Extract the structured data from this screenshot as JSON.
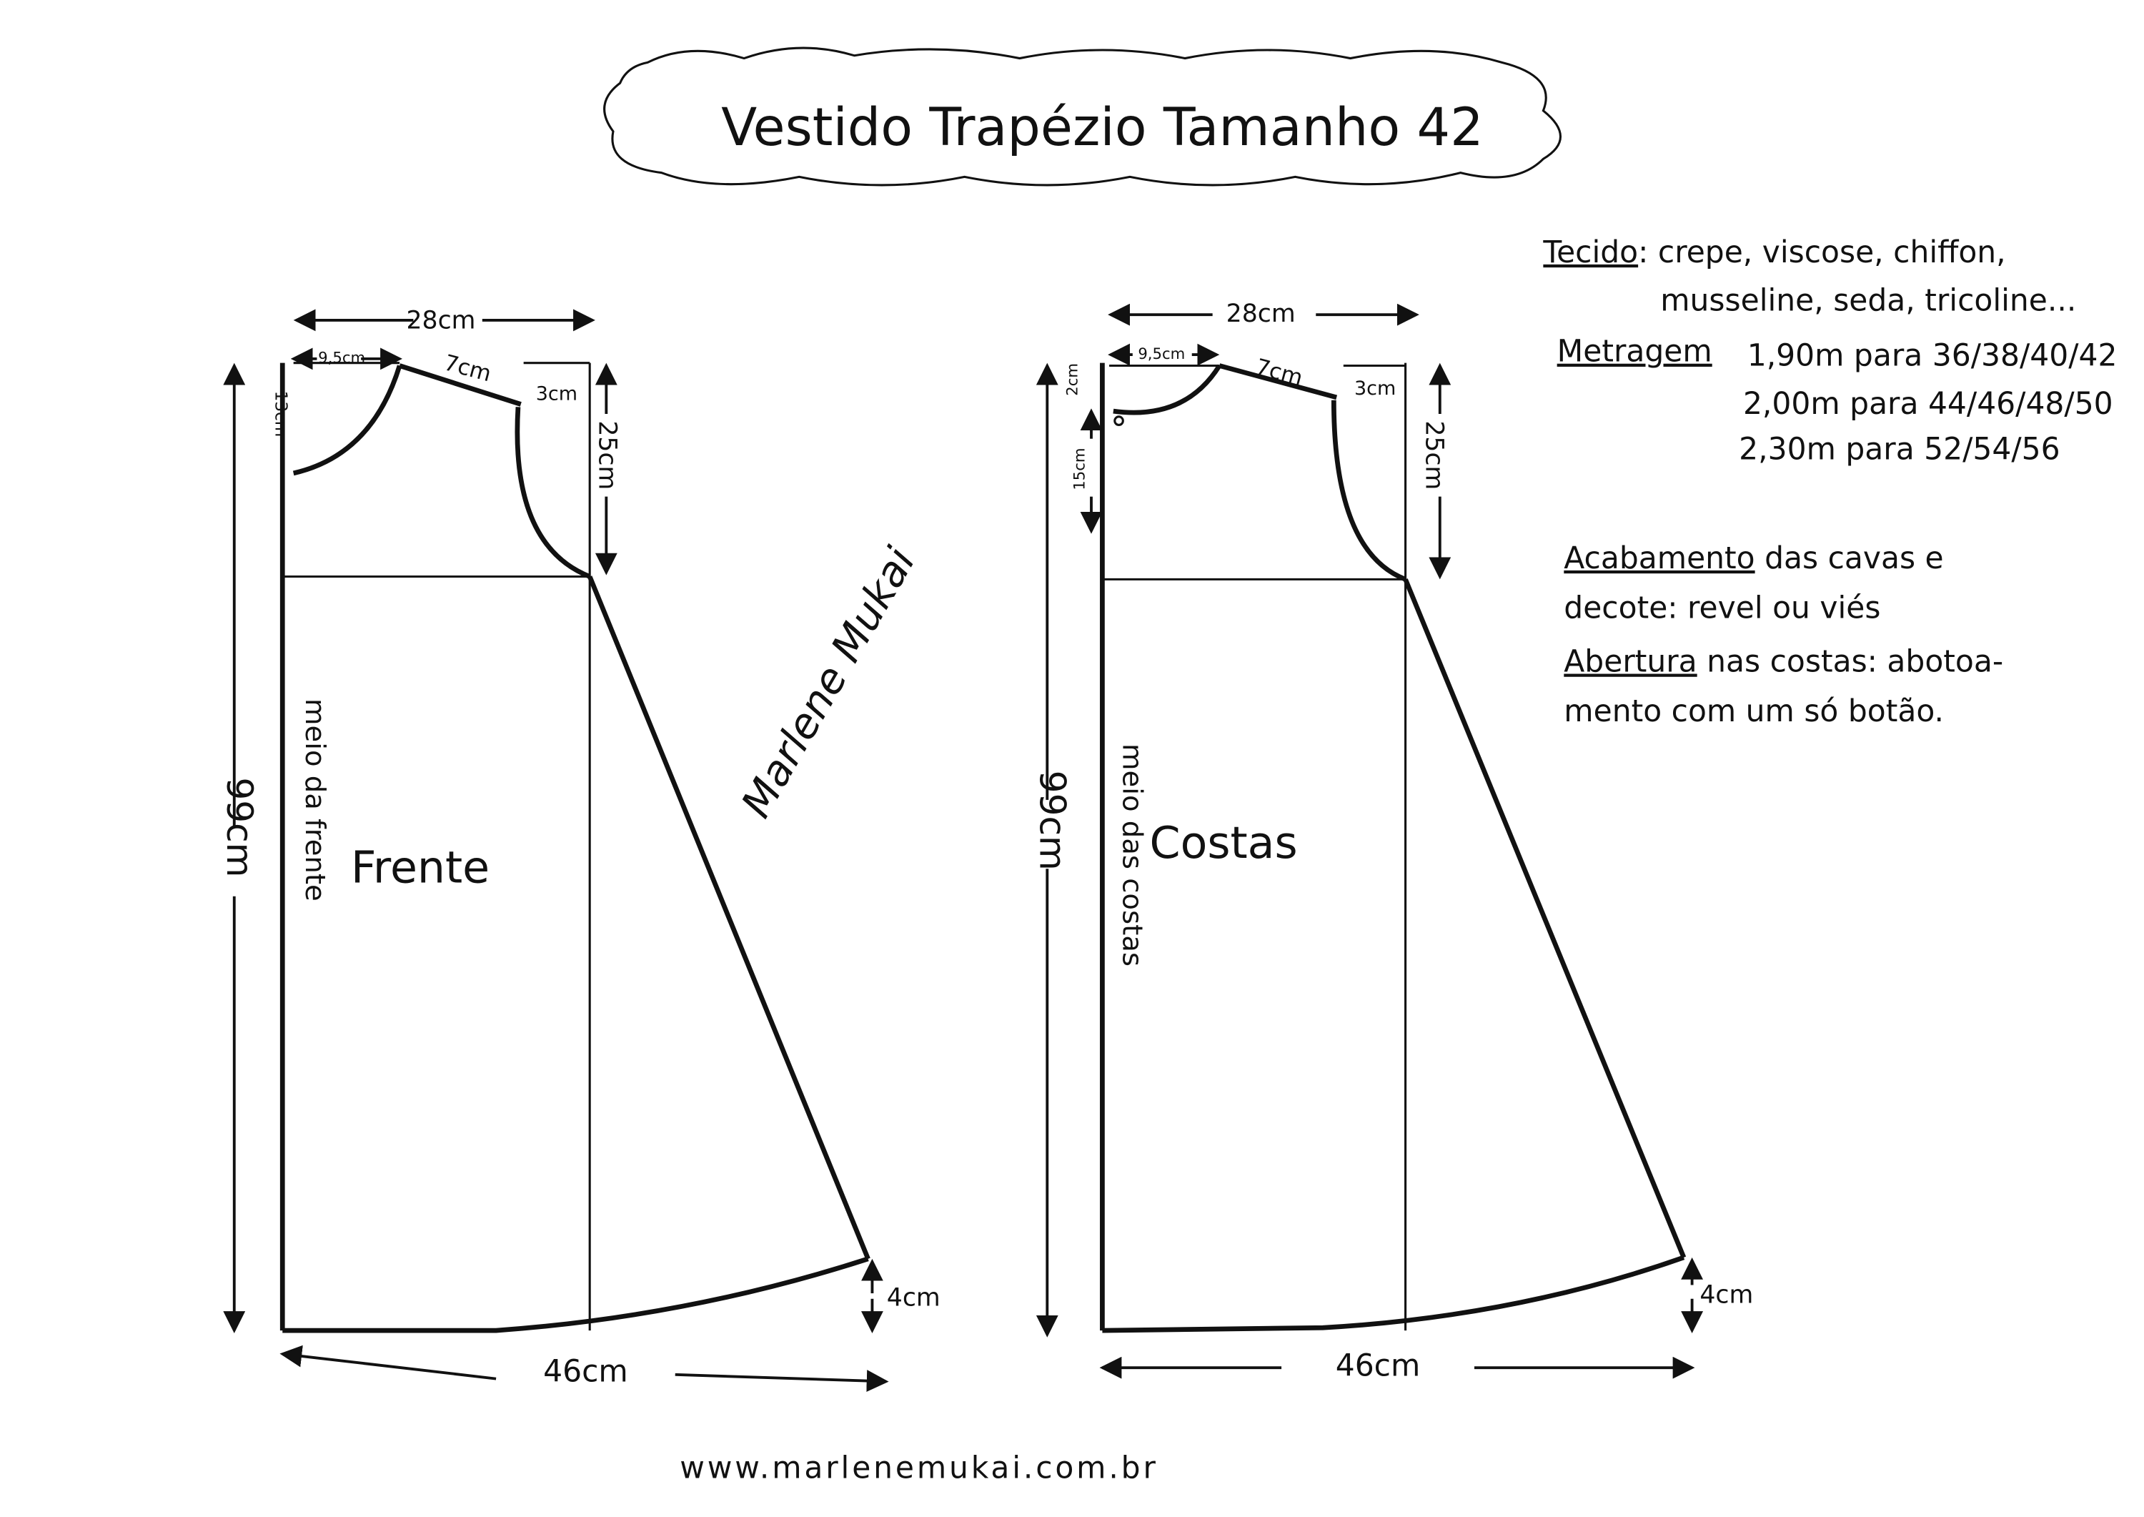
{
  "title": "Vestido Trapézio Tamanho 42",
  "front": {
    "label": "Frente",
    "center_label": "meio da frente",
    "width_top": "28cm",
    "neck_width": "9,5cm",
    "shoulder": "7cm",
    "neck_depth": "13cm",
    "shoulder_drop": "3cm",
    "armhole_depth": "25cm",
    "length": "99cm",
    "hem_rise": "4cm",
    "width_hem": "46cm"
  },
  "back": {
    "label": "Costas",
    "center_label": "meio das costas",
    "width_top": "28cm",
    "neck_width": "9,5cm",
    "shoulder": "7cm",
    "neck_depth": "2cm",
    "opening": "15cm",
    "shoulder_drop": "3cm",
    "armhole_depth": "25cm",
    "length": "99cm",
    "hem_rise": "4cm",
    "width_hem": "46cm"
  },
  "notes": {
    "fabric_heading": "Tecido",
    "fabric_line1": ": crepe, viscose, chiffon,",
    "fabric_line2": "musseline, seda, tricoline...",
    "yardage_heading": "Metragem",
    "yardage": [
      "1,90m para 36/38/40/42",
      "2,00m para 44/46/48/50",
      "2,30m para 52/54/56"
    ],
    "finish_heading": "Acabamento",
    "finish_line1": " das cavas e",
    "finish_line2": "decote: revel ou viés",
    "opening_heading": "Abertura",
    "opening_line1": " nas costas: abotoa-",
    "opening_line2": "mento com um só botão."
  },
  "signature": "Marlene Mukai",
  "website": "www.marlenemukai.com.br"
}
